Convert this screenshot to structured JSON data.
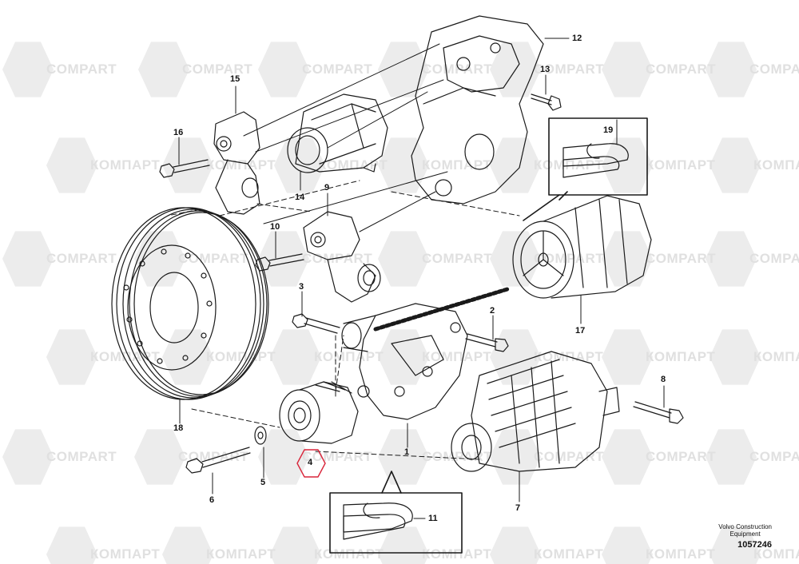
{
  "watermark": {
    "latin": "COMPART",
    "cyrillic": "КОМПАРТ"
  },
  "callouts": [
    "1",
    "2",
    "3",
    "4",
    "5",
    "6",
    "7",
    "8",
    "9",
    "10",
    "11",
    "12",
    "13",
    "14",
    "15",
    "16",
    "17",
    "18",
    "19"
  ],
  "highlighted_callout": "4",
  "credit": {
    "line1": "Volvo Construction",
    "line2": "Equipment"
  },
  "drawing_number": "1057246",
  "colors": {
    "line": "#1a1a1a",
    "watermark": "#e2e2e2",
    "highlight": "#d9253a"
  }
}
